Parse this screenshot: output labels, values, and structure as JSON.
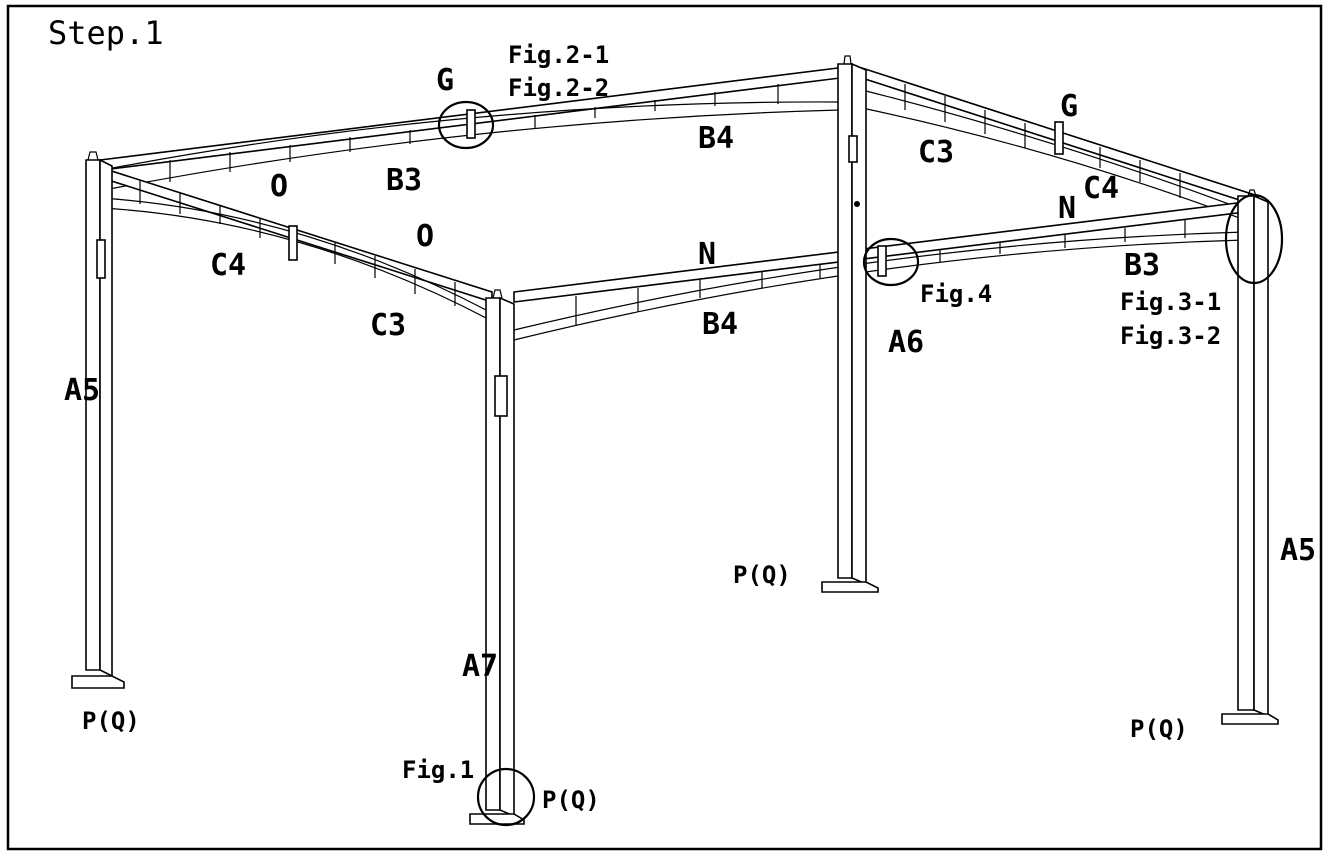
{
  "step_title": "Step.1",
  "labels": {
    "fig2_1": "Fig.2-1",
    "fig2_2": "Fig.2-2",
    "fig3_1": "Fig.3-1",
    "fig3_2": "Fig.3-2",
    "fig4": "Fig.4",
    "fig1": "Fig.1",
    "g_left": "G",
    "g_right": "G",
    "b3_back": "B3",
    "b4_back": "B4",
    "c3_right": "C3",
    "c4_right": "C4",
    "o_upper": "O",
    "o_lower": "O",
    "c4_left": "C4",
    "c3_left": "C3",
    "n_front": "N",
    "n_right": "N",
    "b4_front": "B4",
    "b3_front": "B3",
    "a5_left": "A5",
    "a5_right": "A5",
    "a6": "A6",
    "a7": "A7",
    "pq_back": "P(Q)",
    "pq_left": "P(Q)",
    "pq_right": "P(Q)",
    "pq_front": "P(Q)"
  }
}
